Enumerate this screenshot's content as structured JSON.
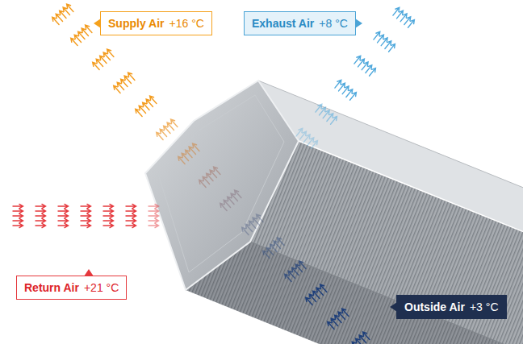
{
  "diagram": {
    "nodes": [
      {
        "text": [
          "Supply Air",
          "+16 °C"
        ]
      },
      {
        "text": [
          "Exhaust Air",
          "+8 °C"
        ]
      },
      {
        "text": [
          "Return Air",
          "+21 °C"
        ]
      },
      {
        "text": [
          "Outside Air",
          "+3 °C"
        ]
      }
    ]
  }
}
